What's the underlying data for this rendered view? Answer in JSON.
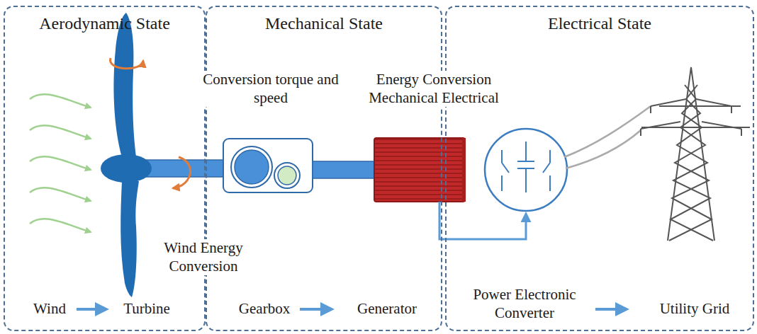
{
  "diagram": {
    "nodes": [
      {
        "text": [
          "Aerodynamic State"
        ]
      },
      {
        "text": [
          "Mechanical State"
        ]
      },
      {
        "text": [
          "Electrical State"
        ]
      }
    ],
    "labels": [
      "Conversion torque and speed",
      "Energy Conversion Mechanical Electrical",
      "Wind Energy Conversion",
      "Wind",
      "Turbine",
      "Gearbox",
      "Generator",
      "Power Electronic Converter",
      "Utility Grid"
    ]
  }
}
